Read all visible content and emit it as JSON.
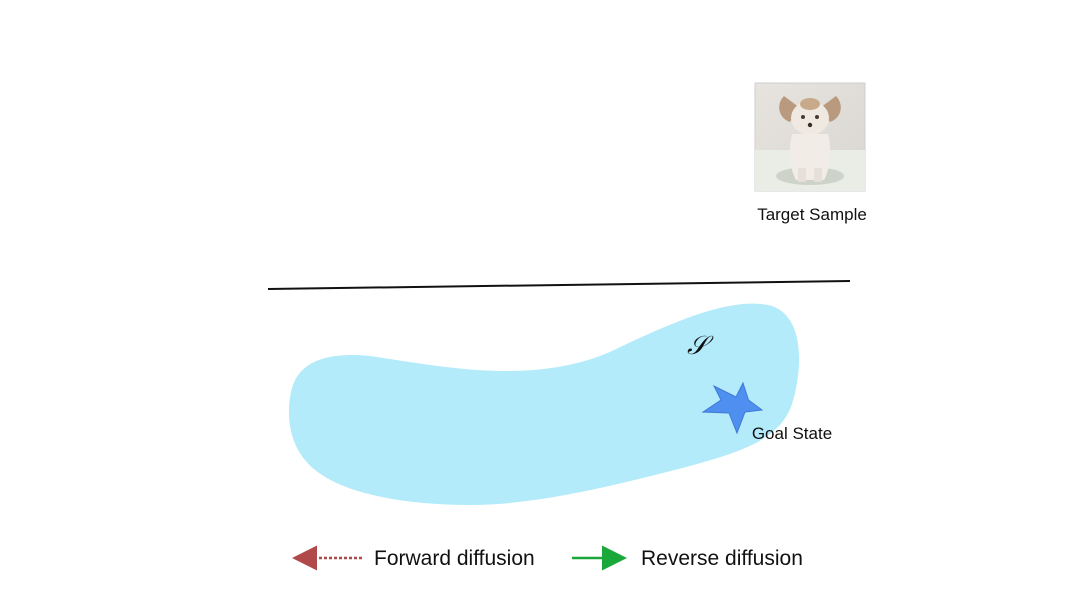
{
  "nodes": {
    "target": {
      "label": "Target Sample"
    },
    "goal": {
      "label": "Goal State"
    },
    "region": {
      "label": "𝒮"
    }
  },
  "legend": {
    "forward": {
      "label": "Forward diffusion",
      "color": "#b04a4a"
    },
    "reverse": {
      "label": "Reverse diffusion",
      "color": "#1aa83a"
    }
  },
  "colors": {
    "region_fill": "#b3ebfa",
    "star_fill": "#4f8ff0",
    "star_stroke": "#3f79d6",
    "boundary_line": "#111111"
  }
}
